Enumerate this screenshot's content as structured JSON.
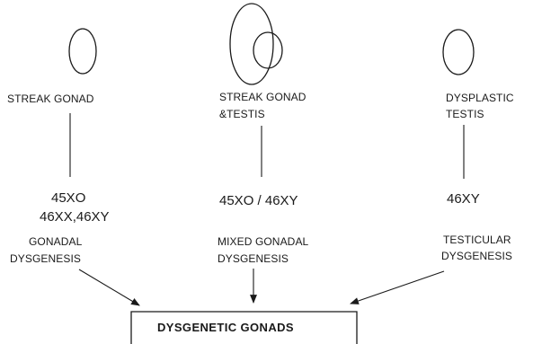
{
  "columns": [
    {
      "gonad_label_1": "STREAK GONAD",
      "gonad_label_2": "",
      "karyotype_1": "45XO",
      "karyotype_2": "46XX,46XY",
      "condition_1": "GONADAL",
      "condition_2": "DYSGENESIS"
    },
    {
      "gonad_label_1": "STREAK GONAD",
      "gonad_label_2": "&TESTIS",
      "karyotype_1": "45XO / 46XY",
      "karyotype_2": "",
      "condition_1": "MIXED GONADAL",
      "condition_2": "DYSGENESIS"
    },
    {
      "gonad_label_1": "DYSPLASTIC",
      "gonad_label_2": "TESTIS",
      "karyotype_1": "46XY",
      "karyotype_2": "",
      "condition_1": "TESTICULAR",
      "condition_2": "DYSGENESIS"
    }
  ],
  "target_box": {
    "label": "DYSGENETIC  GONADS"
  }
}
